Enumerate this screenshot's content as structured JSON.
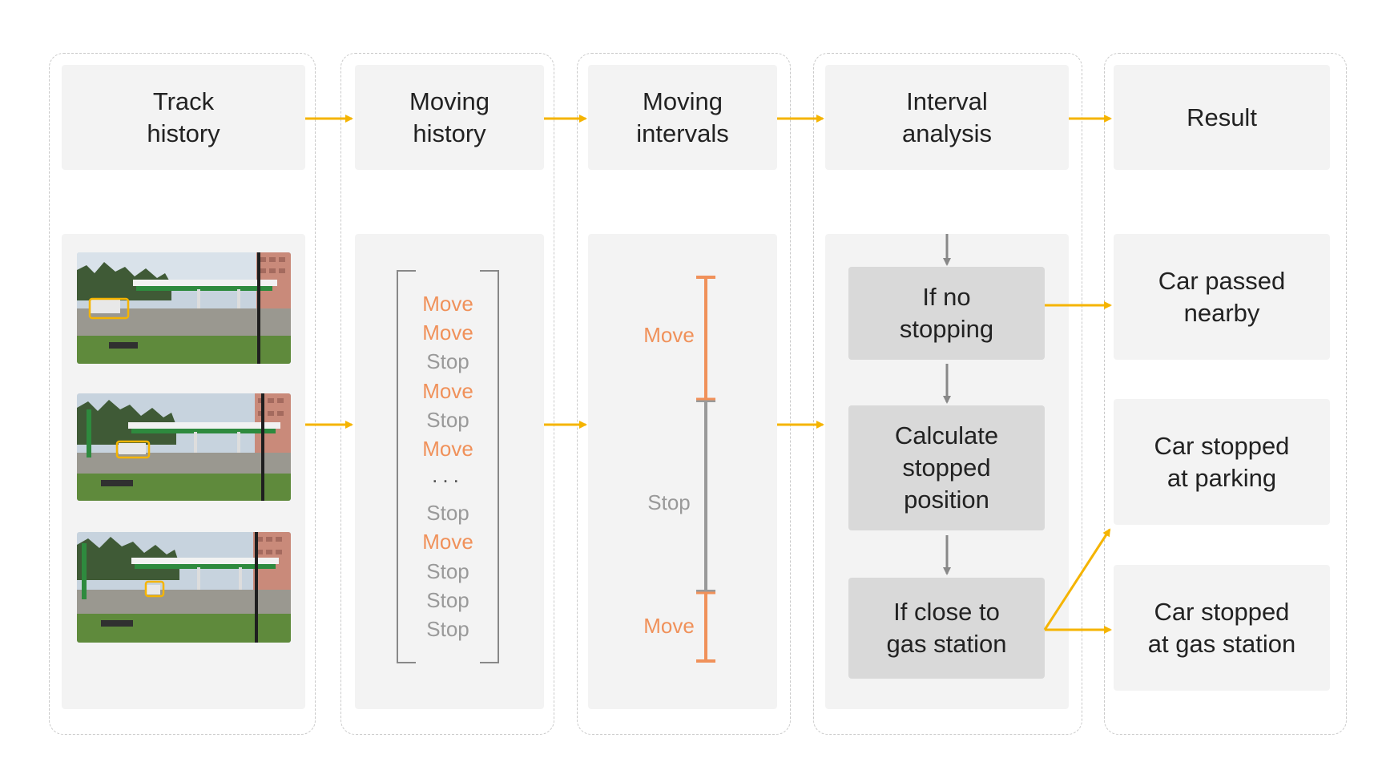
{
  "colors": {
    "arrow_accent": "#f5b400",
    "arrow_gray": "#888888",
    "move": "#f0915a",
    "stop": "#999999",
    "box_light": "#f3f3f3",
    "box_dark": "#d9d9d9",
    "detection_box": "#f5b400"
  },
  "headers": {
    "track_history": "Track\nhistory",
    "moving_history": "Moving\nhistory",
    "moving_intervals": "Moving\nintervals",
    "interval_analysis": "Interval\nanalysis",
    "result": "Result"
  },
  "moving_history": {
    "items": [
      {
        "label": "Move",
        "kind": "move"
      },
      {
        "label": "Move",
        "kind": "move"
      },
      {
        "label": "Stop",
        "kind": "stop"
      },
      {
        "label": "Move",
        "kind": "move"
      },
      {
        "label": "Stop",
        "kind": "stop"
      },
      {
        "label": "Move",
        "kind": "move"
      },
      {
        "label": "...",
        "kind": "ellipsis"
      },
      {
        "label": "Stop",
        "kind": "stop"
      },
      {
        "label": "Move",
        "kind": "move"
      },
      {
        "label": "Stop",
        "kind": "stop"
      },
      {
        "label": "Stop",
        "kind": "stop"
      },
      {
        "label": "Stop",
        "kind": "stop"
      }
    ]
  },
  "moving_intervals": {
    "move_top": "Move",
    "stop": "Stop",
    "move_bottom": "Move"
  },
  "interval_analysis": {
    "if_no_stopping": "If no\nstopping",
    "calculate_position": "Calculate\nstopped\nposition",
    "if_close": "If close to\ngas station"
  },
  "results": {
    "passed": "Car passed\nnearby",
    "parking": "Car stopped\nat parking",
    "gas_station": "Car stopped\nat gas station"
  },
  "track_frames": [
    {
      "icon": "street-frame-image"
    },
    {
      "icon": "street-frame-image"
    },
    {
      "icon": "street-frame-image"
    }
  ]
}
